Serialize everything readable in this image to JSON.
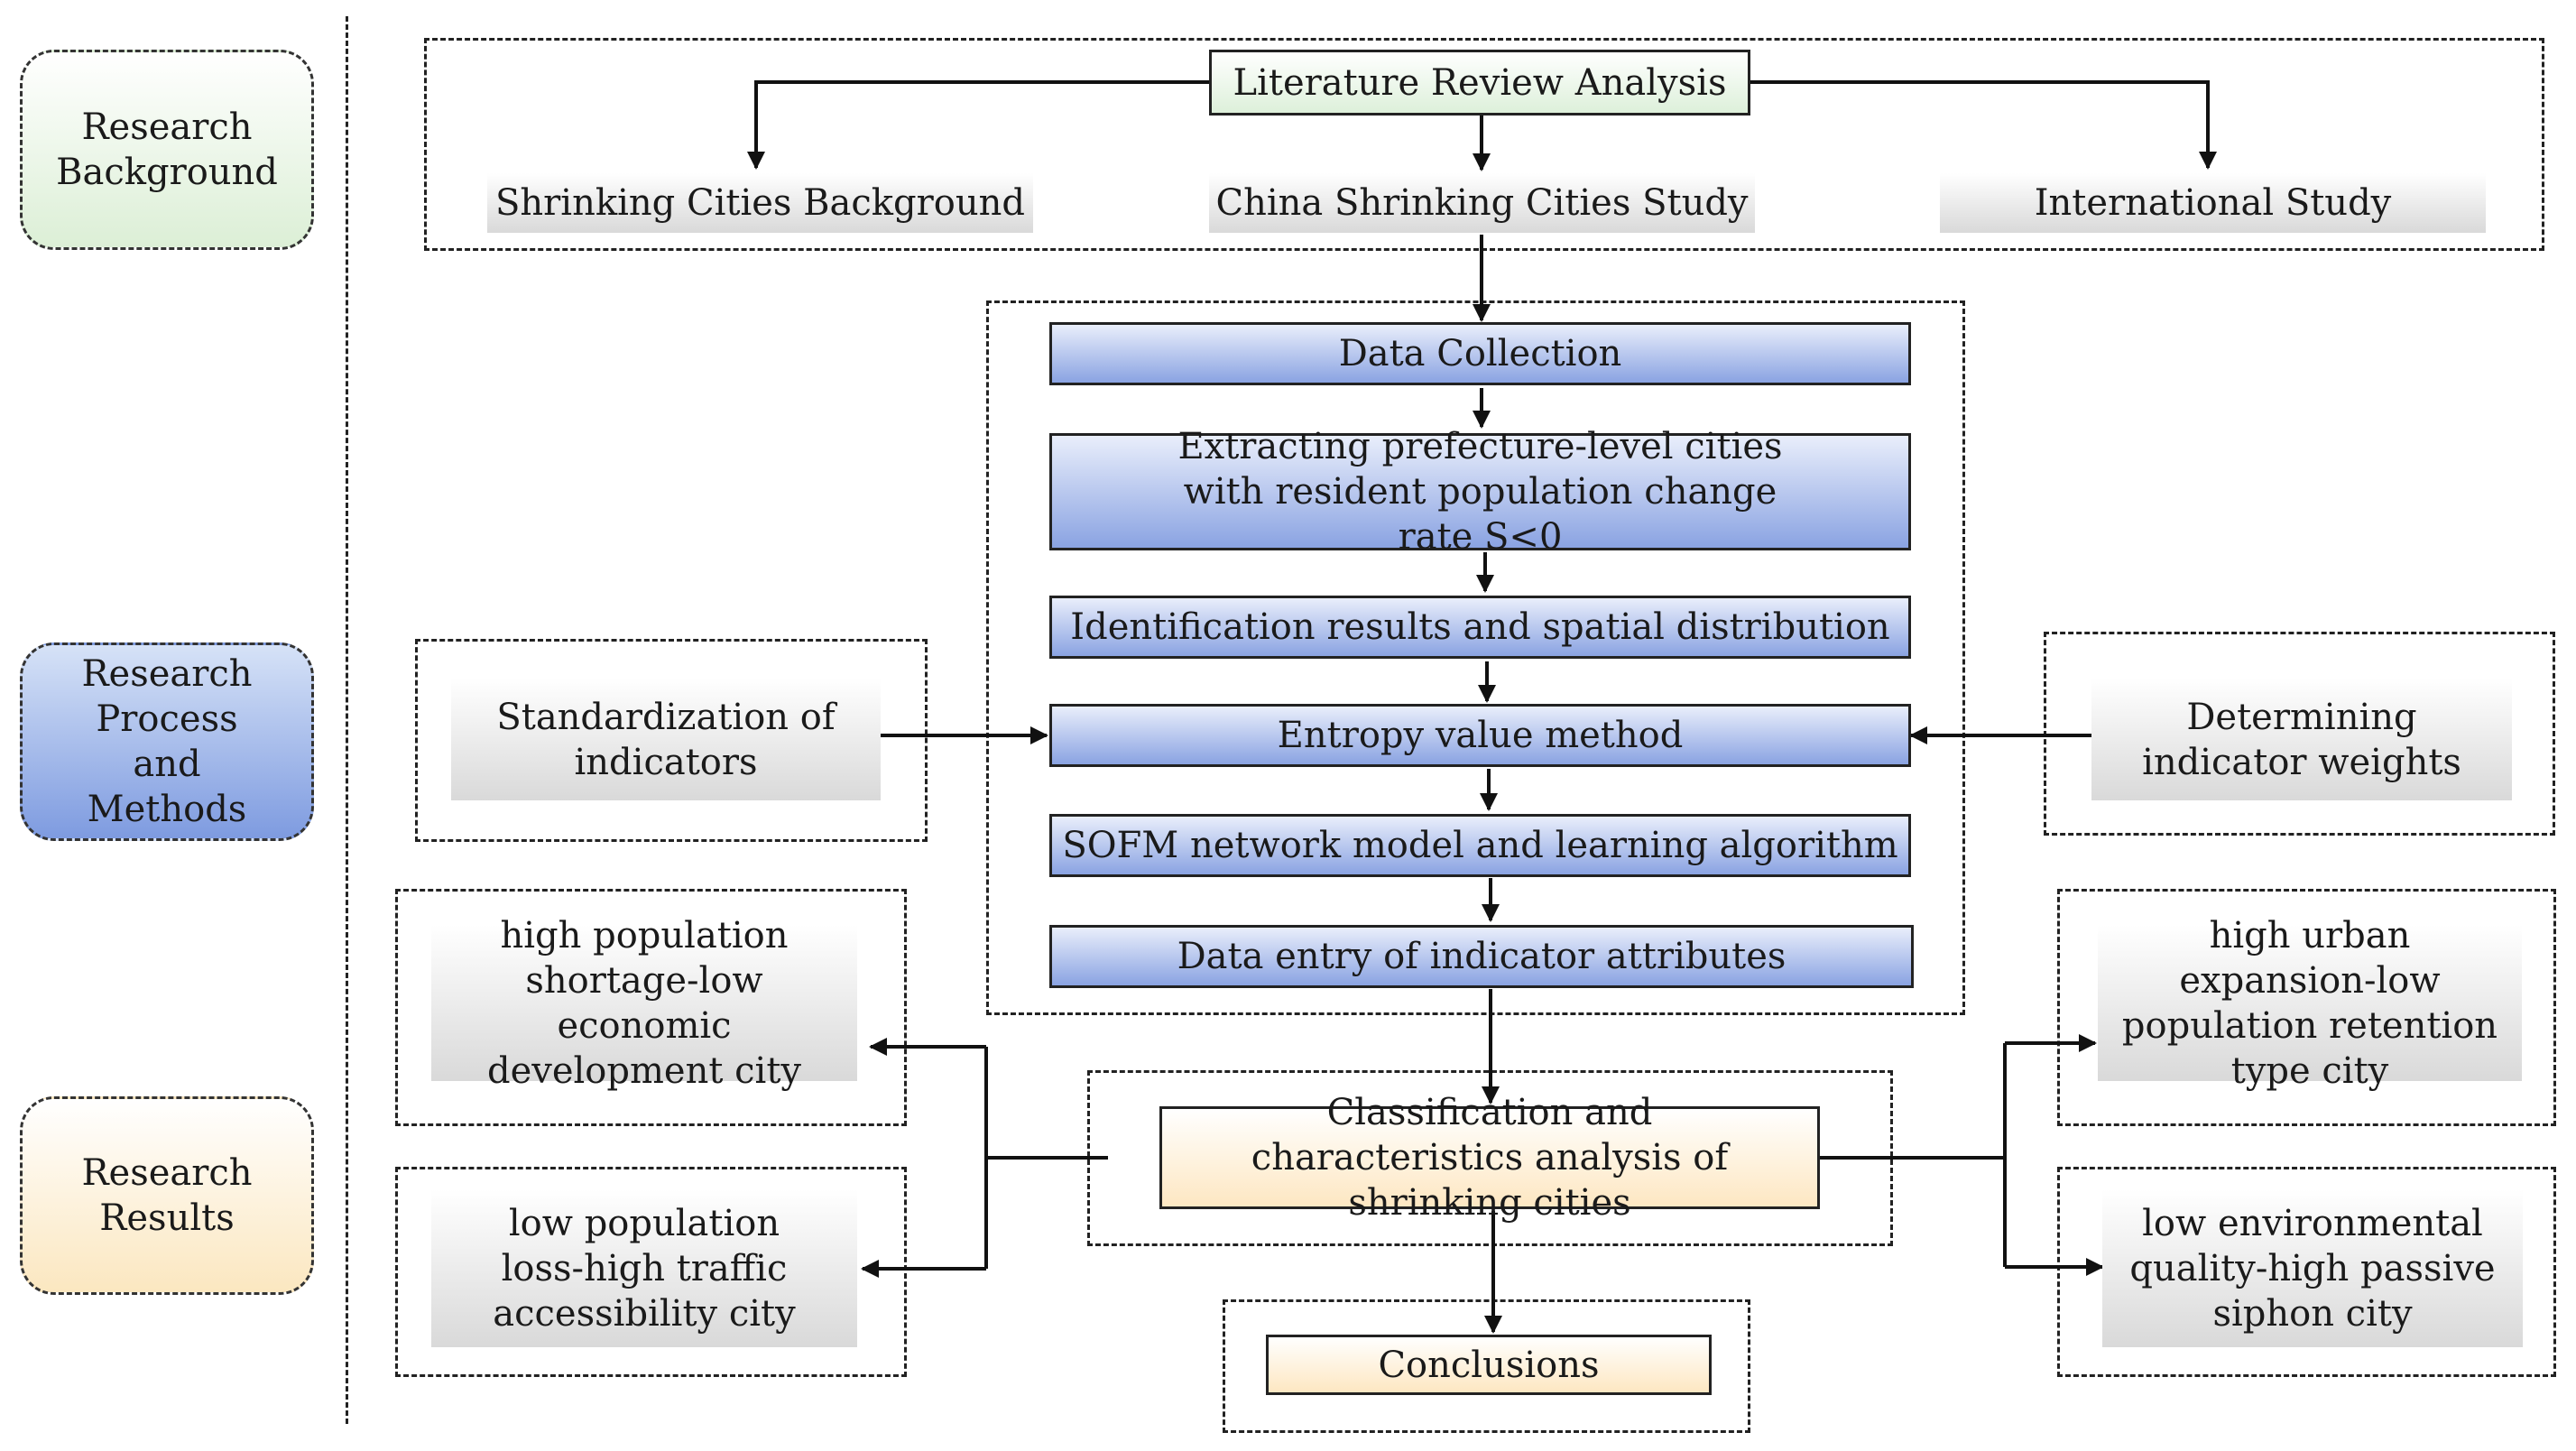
{
  "stages": {
    "background": "Research Background",
    "process": "Research Process and Methods",
    "results": "Research Results"
  },
  "nodes": {
    "literature_review": "Literature Review Analysis",
    "shrinking_background": "Shrinking Cities Background",
    "china_study": "China Shrinking Cities Study",
    "international_study": "International Study",
    "data_collection": "Data Collection",
    "extracting": "Extracting prefecture-level cities with resident population change rate S<0",
    "identification": "Identification results and spatial distribution",
    "entropy": "Entropy value method",
    "sofm": "SOFM network model and learning algorithm",
    "data_entry": "Data entry of indicator attributes",
    "standardization": "Standardization of indicators",
    "weights": "Determining indicator weights",
    "classification": "Classification and characteristics analysis of shrinking cities",
    "type_1": "high population shortage-low economic development city",
    "type_2": "low population loss-high traffic accessibility city",
    "type_3": "high urban expansion-low population retention type city",
    "type_4": "low environmental quality-high passive siphon city",
    "conclusions": "Conclusions"
  },
  "colors": {
    "green_fill": "#ddf0da",
    "blue_fill": "#8aa3e2",
    "orange_fill": "#fde7c2",
    "gray_fill": "#d9d9d9",
    "line": "#111111"
  }
}
